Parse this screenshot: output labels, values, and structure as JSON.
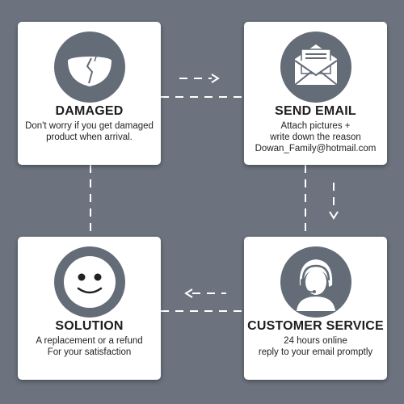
{
  "steps": {
    "damaged": {
      "title": "DAMAGED",
      "lines": [
        "Don't worry if you get damaged",
        "product when arrival."
      ]
    },
    "email": {
      "title": "SEND EMAIL",
      "lines": [
        "Attach pictures +",
        "write down the reason",
        "Dowan_Family@hotmail.com"
      ]
    },
    "service": {
      "title": "CUSTOMER SERVICE",
      "lines": [
        "24 hours online",
        "reply to your email promptly"
      ]
    },
    "solution": {
      "title": "SOLUTION",
      "lines": [
        "A replacement or a refund",
        "For your satisfaction"
      ]
    }
  },
  "colors": {
    "background": "#6c737e",
    "icon_circle": "#646c77",
    "card": "#ffffff",
    "connector": "#ffffff"
  },
  "icons": {
    "damaged": "cracked-bowl-icon",
    "email": "envelope-letter-icon",
    "service": "headset-agent-icon",
    "solution": "smiley-face-icon"
  }
}
